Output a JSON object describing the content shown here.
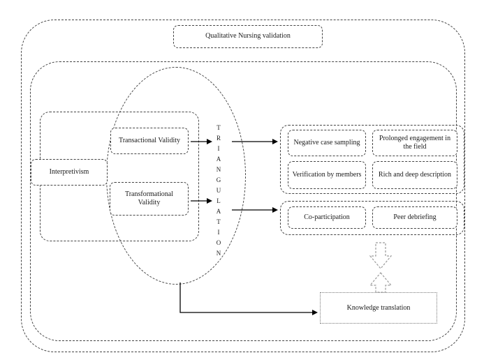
{
  "diagram": {
    "title": "Qualitative Nursing validation",
    "left": {
      "interpretivism": "Interpretivism",
      "transactional": "Transactional Validity",
      "transformational": "Transformational Validity"
    },
    "triangulation": "TRIANGULATION",
    "strategies_top": {
      "negative_case": "Negative case sampling",
      "prolonged": "Prolonged engagement in the field",
      "verification": "Verification by members",
      "rich_deep": "Rich and deep description"
    },
    "strategies_bottom": {
      "co_participation": "Co-participation",
      "peer_debriefing": "Peer debriefing"
    },
    "knowledge": "Knowledge translation"
  },
  "colors": {
    "line": "#000000",
    "dashed_border": "#444444",
    "block_arrow_outline": "#9a9a9a"
  }
}
